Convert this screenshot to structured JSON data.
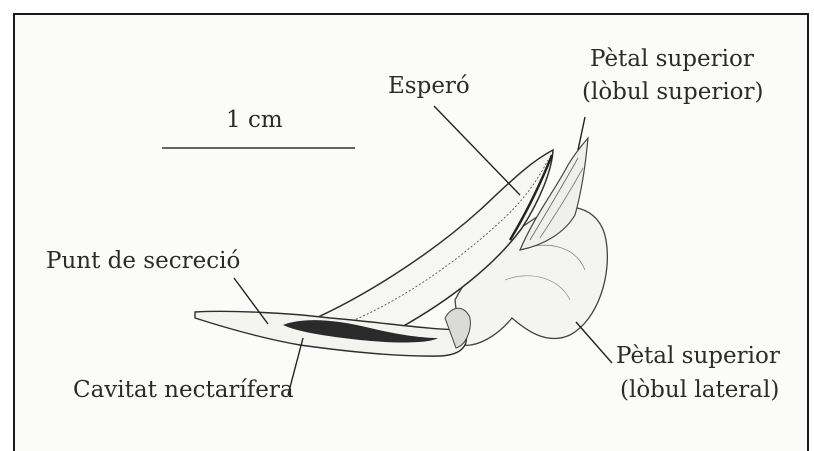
{
  "diagram": {
    "scale_label": "1 cm",
    "labels": {
      "spur": "Esperó",
      "upper_petal_upper_lobe_line1": "Pètal superior",
      "upper_petal_upper_lobe_line2": "(lòbul superior)",
      "secretion_point": "Punt de secreció",
      "nectar_cavity": "Cavitat nectarífera",
      "upper_petal_lateral_lobe_line1": "Pètal superior",
      "upper_petal_lateral_lobe_line2": "(lòbul lateral)"
    }
  }
}
